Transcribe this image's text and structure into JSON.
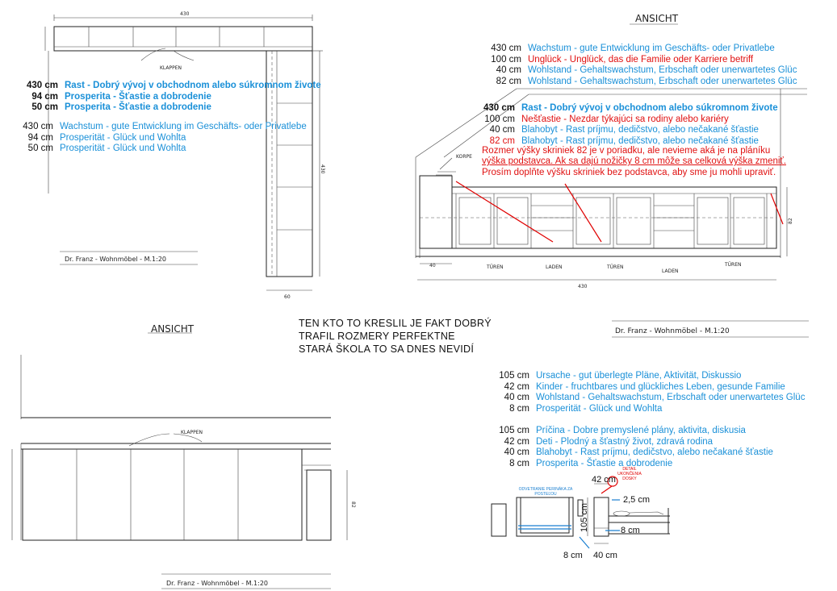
{
  "drawing_labels": {
    "top_dim_430": "430",
    "klappen_1": "KLAPPEN",
    "klappen_2": "KLAPPEN",
    "dim_60": "60",
    "dim_430_side": "430",
    "ansicht_1": "ANSICHT",
    "ansicht_2": "ANSICHT",
    "korpe": "KORPE",
    "turen_1": "TÜREN",
    "laden_1": "LADEN",
    "turen_2": "TÜREN",
    "laden_2": "LADEN",
    "turen_3": "TÜREN",
    "dim_40": "40",
    "dim_430_bottom": "430",
    "dim_82_right": "82",
    "dim_82_bottom": "82",
    "title_block_1": "Dr. Franz  -  Wohnmöbel  -  M.1:20",
    "title_block_2": "Dr. Franz  -  Wohnmöbel  -  M.1:20",
    "title_block_3": "Dr. Franz  -  Wohnmöbel  -  M.1:20"
  },
  "left_sk": [
    {
      "cm": "430 cm",
      "word": "Rast",
      "rest": " - Dobrý vývoj v obchodnom alebo súkromnom živote"
    },
    {
      "cm": "94 cm",
      "word": "Prosperita",
      "rest": " - Šťastie a dobrodenie"
    },
    {
      "cm": "50 cm",
      "word": "Prosperita",
      "rest": " - Šťastie a dobrodenie"
    }
  ],
  "left_de": [
    {
      "cm": "430 cm",
      "word": "Wachstum",
      "rest": " - gute Entwicklung im Geschäfts- oder Privatlebe"
    },
    {
      "cm": "94 cm",
      "word": "Prosperität",
      "rest": " - Glück und Wohlta"
    },
    {
      "cm": "50 cm",
      "word": "Prosperität",
      "rest": " - Glück und Wohlta"
    }
  ],
  "right_de": [
    {
      "cm": "430 cm",
      "word": "Wachstum",
      "rest": " - gute Entwicklung im Geschäfts- oder Privatlebe",
      "color": "blue"
    },
    {
      "cm": "100 cm",
      "word": "Unglück",
      "rest": " - Unglück, das die Familie oder Karriere betriff",
      "color": "red"
    },
    {
      "cm": "40 cm",
      "word": "Wohlstand",
      "rest": " - Gehaltswachstum, Erbschaft oder unerwartetes Glüc",
      "color": "blue"
    },
    {
      "cm": "82 cm",
      "word": "Wohlstand",
      "rest": " - Gehaltswachstum, Erbschaft oder unerwartetes Glüc",
      "color": "blue"
    }
  ],
  "right_sk": [
    {
      "cm": "430 cm",
      "word": "Rast",
      "rest": " - Dobrý vývoj v obchodnom alebo súkromnom živote",
      "color": "blue",
      "bold": true
    },
    {
      "cm": "100 cm",
      "word": "Nešťastie",
      "rest": " - Nezdar týkajúci sa rodiny alebo kariéry",
      "color": "red",
      "bold": false
    },
    {
      "cm": "40 cm",
      "word": "Blahobyt",
      "rest": " - Rast príjmu, dedičstvo, alebo nečakané šťastie",
      "color": "blue",
      "bold": false
    },
    {
      "cm": "82 cm",
      "word": "Blahobyt",
      "rest": " - Rast príjmu, dedičstvo, alebo nečakané šťastie",
      "color": "red",
      "bold": false
    }
  ],
  "red_note": {
    "line1": "Rozmer výšky skriniek 82 je v poriadku, ale nevieme aká je na pláníku",
    "line2": "výška podstavca. Ak sa dajú nožičky 8 cm môže sa celková výška zmeniť.",
    "line3": "Prosím doplňte výšku skriniek bez podstavca, aby sme ju mohli upraviť."
  },
  "center_text": {
    "line1": "TEN KTO TO KRESLIL JE FAKT DOBRÝ",
    "line2": "TRAFIL ROZMERY PERFEKTNE",
    "line3": "STARÁ ŠKOLA TO SA DNES NEVIDÍ"
  },
  "bottom_de": [
    {
      "cm": "105 cm",
      "word": "Ursache",
      "rest": " - gut überlegte Pläne, Aktivität, Diskussio"
    },
    {
      "cm": "42 cm",
      "word": "Kinder",
      "rest": " - fruchtbares und glückliches Leben, gesunde Familie"
    },
    {
      "cm": "40 cm",
      "word": "Wohlstand",
      "rest": " - Gehaltswachstum, Erbschaft oder unerwartetes Glüc"
    },
    {
      "cm": "8 cm",
      "word": "Prosperität",
      "rest": " - Glück und Wohlta"
    }
  ],
  "bottom_sk": [
    {
      "cm": "105 cm",
      "word": "Príčina",
      "rest": " - Dobre premyslené plány, aktivita, diskusia"
    },
    {
      "cm": "42 cm",
      "word": "Deti",
      "rest": " - Plodný a šťastný život, zdravá rodina"
    },
    {
      "cm": "40 cm",
      "word": "Blahobyt",
      "rest": " - Rast príjmu, dedičstvo, alebo nečakané šťastie"
    },
    {
      "cm": "8 cm",
      "word": "Prosperita",
      "rest": " - Šťastie a dobrodenie"
    }
  ],
  "bed_diagram": {
    "dim_42": "42 cm",
    "dim_25": "2,5 cm",
    "dim_105": "105 cm",
    "dim_8_right": "8 cm",
    "dim_8_bottom": "8 cm",
    "dim_40": "40 cm",
    "label_blue": "ODVETRANIE PERINÁKA ZA POSTEĽOU",
    "label_red": "DETAIL UKONČENIA DOSKY"
  },
  "colors": {
    "blue": "#1a90d8",
    "red": "#e01010",
    "ink": "#222222"
  }
}
